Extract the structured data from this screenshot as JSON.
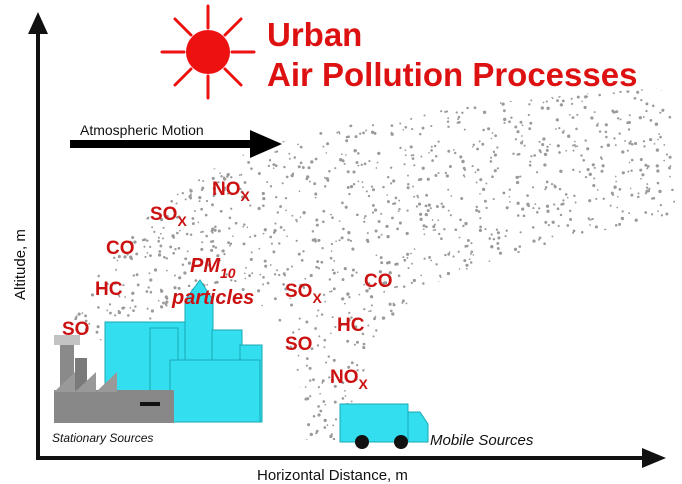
{
  "title": {
    "line1": "Urban",
    "line2": "Air Pollution Processes"
  },
  "axes": {
    "x_label": "Horizontal Distance, m",
    "y_label": "Altitude, m"
  },
  "motion_label": "Atmospheric Motion",
  "sources": {
    "stationary_label": "Stationary Sources",
    "mobile_label": "Mobile Sources"
  },
  "pollutants": {
    "stationary": {
      "so": "SO",
      "hc": "HC",
      "co": "CO",
      "sox": "SO",
      "sox_sub": "X",
      "nox": "NO",
      "nox_sub": "X"
    },
    "pm": {
      "pm": "PM",
      "pm_sub": "10",
      "particles": "particles"
    },
    "mobile": {
      "sox": "SO",
      "sox_sub": "X",
      "co": "CO",
      "hc": "HC",
      "so": "SO",
      "nox": "NO",
      "nox_sub": "X"
    }
  },
  "colors": {
    "pollutant_text": "#cc1111",
    "sun": "#ee1111",
    "buildings": "#33dfee",
    "truck": "#33dfee",
    "factory": "#8a8a8a",
    "plume_dots": "#9a9a9a",
    "axis": "#111111"
  }
}
